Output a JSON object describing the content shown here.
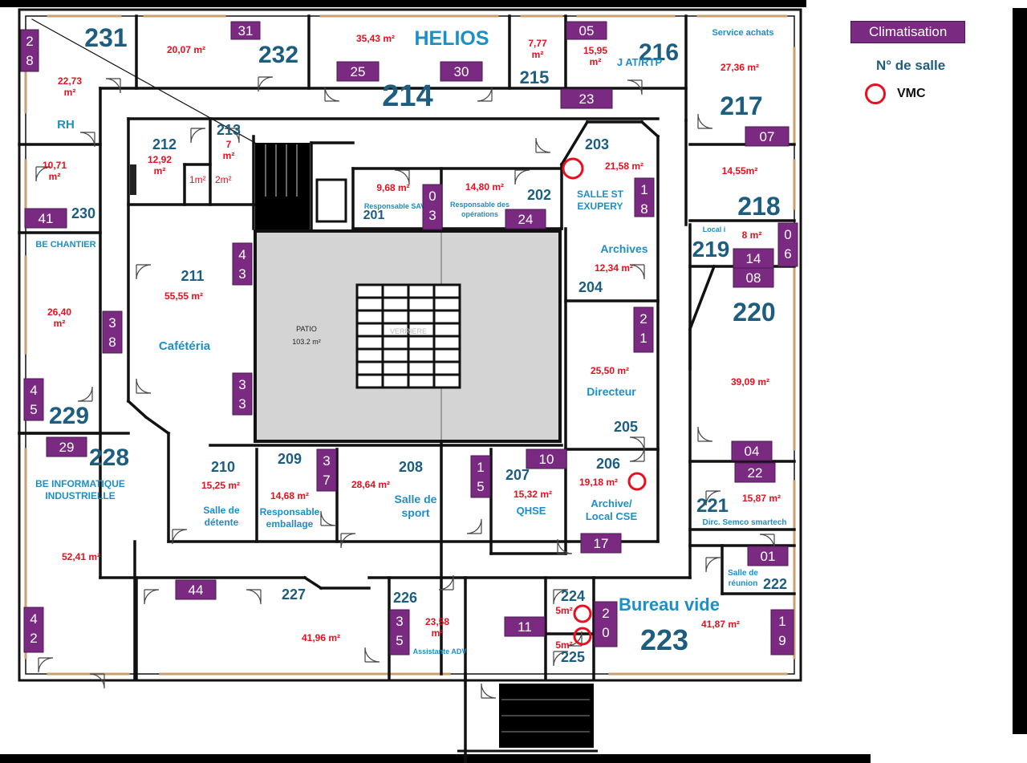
{
  "legend": {
    "climatisation": "Climatisation",
    "salle": "N° de salle",
    "vmc": "VMC"
  },
  "colors": {
    "wall": "#111111",
    "door": "#c9a070",
    "room_number": "#1d5d80",
    "area": "#e8101e",
    "room_name": "#1c8fc7",
    "badge": "#7b2a82",
    "patio": "#d4d4d4"
  },
  "rooms": [
    {
      "num": "231",
      "area": "22,73\nm²",
      "name": "RH"
    },
    {
      "num": "232",
      "area": "20,07 m²",
      "name": ""
    },
    {
      "num": "214",
      "area": "35,43 m²",
      "name": "HELIOS"
    },
    {
      "num": "215",
      "area": "7,77\nm²",
      "name": ""
    },
    {
      "num": "216",
      "area": "15,95\nm²",
      "name": "J AT/RTP"
    },
    {
      "num": "217",
      "area": "27,36 m²",
      "name": "Service achats"
    },
    {
      "num": "212",
      "area": "12,92\nm²",
      "name": ""
    },
    {
      "num": "213",
      "area": "7\nm²",
      "name": ""
    },
    {
      "num": "203",
      "area": "21,58 m²",
      "name": "SALLE ST\nEXUPERY"
    },
    {
      "num": "201",
      "area": "9,68 m²",
      "name": "Responsable SAV"
    },
    {
      "num": "202",
      "area": "14,80 m²",
      "name": "Responsable des\nopérations"
    },
    {
      "num": "218",
      "area": "14,55m²",
      "name": ""
    },
    {
      "num": "230",
      "area": "10,71\nm²",
      "name": ""
    },
    {
      "num": "219",
      "area": "8 m²",
      "name": "Local i"
    },
    {
      "num": "211",
      "area": "55,55 m²",
      "name": "Cafétéria"
    },
    {
      "num": "204",
      "area": "12,34 m²",
      "name": "Archives"
    },
    {
      "num": "220",
      "area": "39,09 m²",
      "name": ""
    },
    {
      "num": "229",
      "area": "26,40\nm²",
      "name": "BE CHANTIER"
    },
    {
      "num": "205",
      "area": "25,50 m²",
      "name": "Directeur"
    },
    {
      "num": "228",
      "area": "52,41 m²",
      "name": "BE INFORMATIQUE\nINDUSTRIELLE"
    },
    {
      "num": "210",
      "area": "15,25 m²",
      "name": "Salle de\ndétente"
    },
    {
      "num": "209",
      "area": "14,68 m²",
      "name": "Responsable\nemballage"
    },
    {
      "num": "208",
      "area": "28,64 m²",
      "name": "Salle de\nsport"
    },
    {
      "num": "207",
      "area": "15,32 m²",
      "name": "QHSE"
    },
    {
      "num": "206",
      "area": "19,18 m²",
      "name": "Archive/\nLocal CSE"
    },
    {
      "num": "221",
      "area": "15,87 m²",
      "name": "Dirc. Semco smartech"
    },
    {
      "num": "222",
      "area": "",
      "name": "Salle de\nréunion"
    },
    {
      "num": "227",
      "area": "41,96 m²",
      "name": ""
    },
    {
      "num": "226",
      "area": "23,58\nm²",
      "name": "Assistante ADV"
    },
    {
      "num": "224",
      "area": "5m²",
      "name": ""
    },
    {
      "num": "225",
      "area": "5m²",
      "name": ""
    },
    {
      "num": "223",
      "area": "41,87 m²",
      "name": "Bureau vide"
    }
  ],
  "toilets": [
    "1m²",
    "2m²"
  ],
  "patio": {
    "label": "PATIO",
    "area": "103.2 m²",
    "skylight": "VERRIERE"
  },
  "badges": [
    "28",
    "31",
    "25",
    "30",
    "05",
    "23",
    "07",
    "41",
    "43",
    "03",
    "24",
    "18",
    "06",
    "14",
    "08",
    "38",
    "21",
    "33",
    "45",
    "29",
    "37",
    "15",
    "10",
    "04",
    "22",
    "17",
    "01",
    "44",
    "42",
    "35",
    "11",
    "20",
    "19"
  ]
}
